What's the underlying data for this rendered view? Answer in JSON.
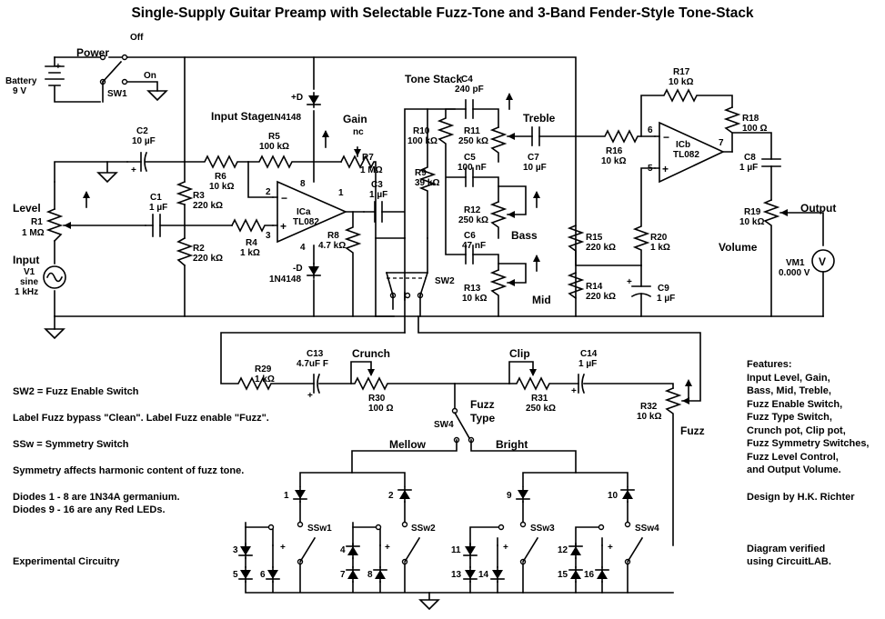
{
  "title": "Single-Supply Guitar Preamp with Selectable Fuzz-Tone and 3-Band Fender-Style Tone-Stack",
  "notes": [
    "SW2 = Fuzz Enable Switch",
    "Label Fuzz bypass \"Clean\". Label Fuzz enable \"Fuzz\".",
    "SSw = Symmetry Switch",
    "Symmetry affects harmonic content of fuzz tone.",
    "Diodes 1 - 8 are 1N34A germanium.",
    "Diodes 9 - 16 are any Red LEDs.",
    "Experimental Circuitry"
  ],
  "features": {
    "heading": "Features:",
    "items": [
      "Input Level, Gain,",
      "Bass, Mid, Treble,",
      "Fuzz Enable Switch,",
      "Fuzz Type Switch,",
      "Crunch pot, Clip pot,",
      "Fuzz Symmetry Switches,",
      "Fuzz Level Control,",
      "and Output Volume."
    ]
  },
  "credits": {
    "designer": "Design by H.K. Richter",
    "verified_1": "Diagram verified",
    "verified_2": "using CircuitLAB."
  },
  "sections": {
    "input_stage": "Input Stage",
    "tone_stack": "Tone Stack",
    "gain": "Gain",
    "treble": "Treble",
    "bass": "Bass",
    "mid": "Mid",
    "volume": "Volume",
    "output": "Output",
    "level": "Level",
    "input": "Input",
    "power": "Power",
    "off": "Off",
    "on": "On",
    "crunch": "Crunch",
    "clip": "Clip",
    "fuzz": "Fuzz",
    "fuzz_type_1": "Fuzz",
    "fuzz_type_2": "Type",
    "mellow": "Mellow",
    "bright": "Bright",
    "nc": "nc"
  },
  "components": {
    "battery": {
      "name": "Battery",
      "value": "9 V"
    },
    "sw1": "SW1",
    "sw2": "SW2",
    "sw4": "SW4",
    "d_pos": {
      "name": "+D",
      "part": "1N4148"
    },
    "d_neg": {
      "name": "-D",
      "part": "1N4148"
    },
    "opamp_a": {
      "name": "ICa",
      "part": "TL082",
      "pin_in_neg": "2",
      "pin_in_pos": "3",
      "pin_out": "1",
      "pin_vplus": "8",
      "pin_vminus": "4"
    },
    "opamp_b": {
      "name": "ICb",
      "part": "TL082",
      "pin_in_neg": "6",
      "pin_in_pos": "5",
      "pin_out": "7"
    },
    "r1": {
      "name": "R1",
      "value": "1 MΩ"
    },
    "r2": {
      "name": "R2",
      "value": "220 kΩ"
    },
    "r3": {
      "name": "R3",
      "value": "220 kΩ"
    },
    "r4": {
      "name": "R4",
      "value": "1 kΩ"
    },
    "r5": {
      "name": "R5",
      "value": "100 kΩ"
    },
    "r6": {
      "name": "R6",
      "value": "10 kΩ"
    },
    "r7": {
      "name": "R7",
      "value": "1 MΩ"
    },
    "r8": {
      "name": "R8",
      "value": "4.7 kΩ"
    },
    "r9": {
      "name": "R9",
      "value": "39 kΩ"
    },
    "r10": {
      "name": "R10",
      "value": "100 kΩ"
    },
    "r11": {
      "name": "R11",
      "value": "250 kΩ"
    },
    "r12": {
      "name": "R12",
      "value": "250 kΩ"
    },
    "r13": {
      "name": "R13",
      "value": "10 kΩ"
    },
    "r14": {
      "name": "R14",
      "value": "220 kΩ"
    },
    "r15": {
      "name": "R15",
      "value": "220 kΩ"
    },
    "r16": {
      "name": "R16",
      "value": "10 kΩ"
    },
    "r17": {
      "name": "R17",
      "value": "10 kΩ"
    },
    "r18": {
      "name": "R18",
      "value": "100 Ω"
    },
    "r19": {
      "name": "R19",
      "value": "10 kΩ"
    },
    "r20": {
      "name": "R20",
      "value": "1 kΩ"
    },
    "r29": {
      "name": "R29",
      "value": "1 kΩ"
    },
    "r30": {
      "name": "R30",
      "value": "100 Ω"
    },
    "r31": {
      "name": "R31",
      "value": "250 kΩ"
    },
    "r32": {
      "name": "R32",
      "value": "10 kΩ"
    },
    "c1": {
      "name": "C1",
      "value": "1 µF"
    },
    "c2": {
      "name": "C2",
      "value": "10 µF"
    },
    "c3": {
      "name": "C3",
      "value": "1 µF"
    },
    "c4": {
      "name": "C4",
      "value": "240 pF"
    },
    "c5": {
      "name": "C5",
      "value": "100 nF"
    },
    "c6": {
      "name": "C6",
      "value": "47 nF"
    },
    "c7": {
      "name": "C7",
      "value": "10 µF"
    },
    "c8": {
      "name": "C8",
      "value": "1 µF"
    },
    "c9": {
      "name": "C9",
      "value": "1 µF"
    },
    "c13": {
      "name": "C13",
      "value": "4.7uF F"
    },
    "c14": {
      "name": "C14",
      "value": "1 µF"
    },
    "v1": {
      "name": "V1",
      "type": "sine",
      "freq": "1 kHz"
    },
    "vm1": {
      "name": "VM1",
      "value": "0.000 V",
      "symbol": "V"
    },
    "ssw": [
      "SSw1",
      "SSw2",
      "SSw3",
      "SSw4"
    ],
    "diodes": [
      "1",
      "2",
      "3",
      "4",
      "5",
      "6",
      "7",
      "8",
      "9",
      "10",
      "11",
      "12",
      "13",
      "14",
      "15",
      "16"
    ],
    "plus": "+"
  }
}
